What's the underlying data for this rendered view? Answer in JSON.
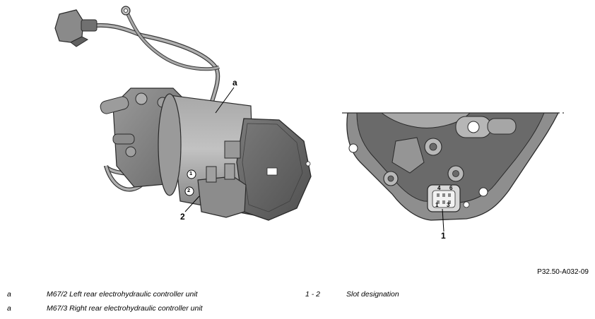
{
  "callouts": {
    "left_a": "a",
    "left_1": "1",
    "left_2": "2",
    "left_big_2": "2",
    "right_4": "4",
    "right_6": "6",
    "right_1": "1",
    "right_3": "3",
    "right_big_1": "1"
  },
  "reference_code": "P32.50-A032-09",
  "legend": {
    "items": [
      {
        "key": "a",
        "text": "M67/2 Left rear electrohydraulic controller unit"
      },
      {
        "key": "a",
        "text": "M67/3 Right rear electrohydraulic controller unit"
      },
      {
        "key": "1 - 2",
        "text": "Slot designation"
      }
    ]
  },
  "colors": {
    "body_light": "#b4b4b4",
    "body_mid": "#8e8e8e",
    "body_dark": "#5c5c5c",
    "outline": "#2a2a2a"
  }
}
